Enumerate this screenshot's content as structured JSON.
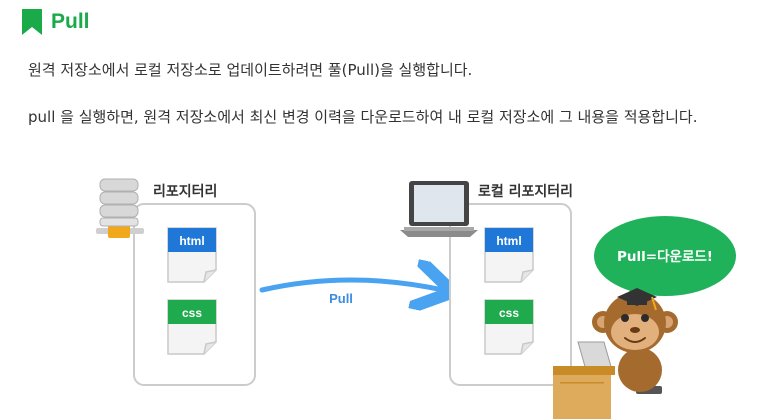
{
  "section": {
    "title": "Pull",
    "accent_color": "#1aaa4a"
  },
  "paragraphs": {
    "p1": "원격 저장소에서 로컬 저장소로 업데이트하려면 풀(Pull)을 실행합니다.",
    "p2": "pull 을 실행하면, 원격 저장소에서 최신 변경 이력을 다운로드하여 내 로컬 저장소에 그 내용을 적용합니다."
  },
  "diagram": {
    "remote_label": "리포지터리",
    "local_label": "로컬 리포지터리",
    "remote_files": [
      "html",
      "css"
    ],
    "local_files": [
      "html",
      "css"
    ],
    "arrow_label": "Pull",
    "bubble_text": "Pull=다운로드!",
    "icons": [
      "server-icon",
      "laptop-icon",
      "monkey-mascot"
    ],
    "colors": {
      "html_file": "#1f78d8",
      "css_file": "#1faa4e",
      "arrow": "#4aa3f0",
      "bubble": "#1fb25a"
    }
  }
}
